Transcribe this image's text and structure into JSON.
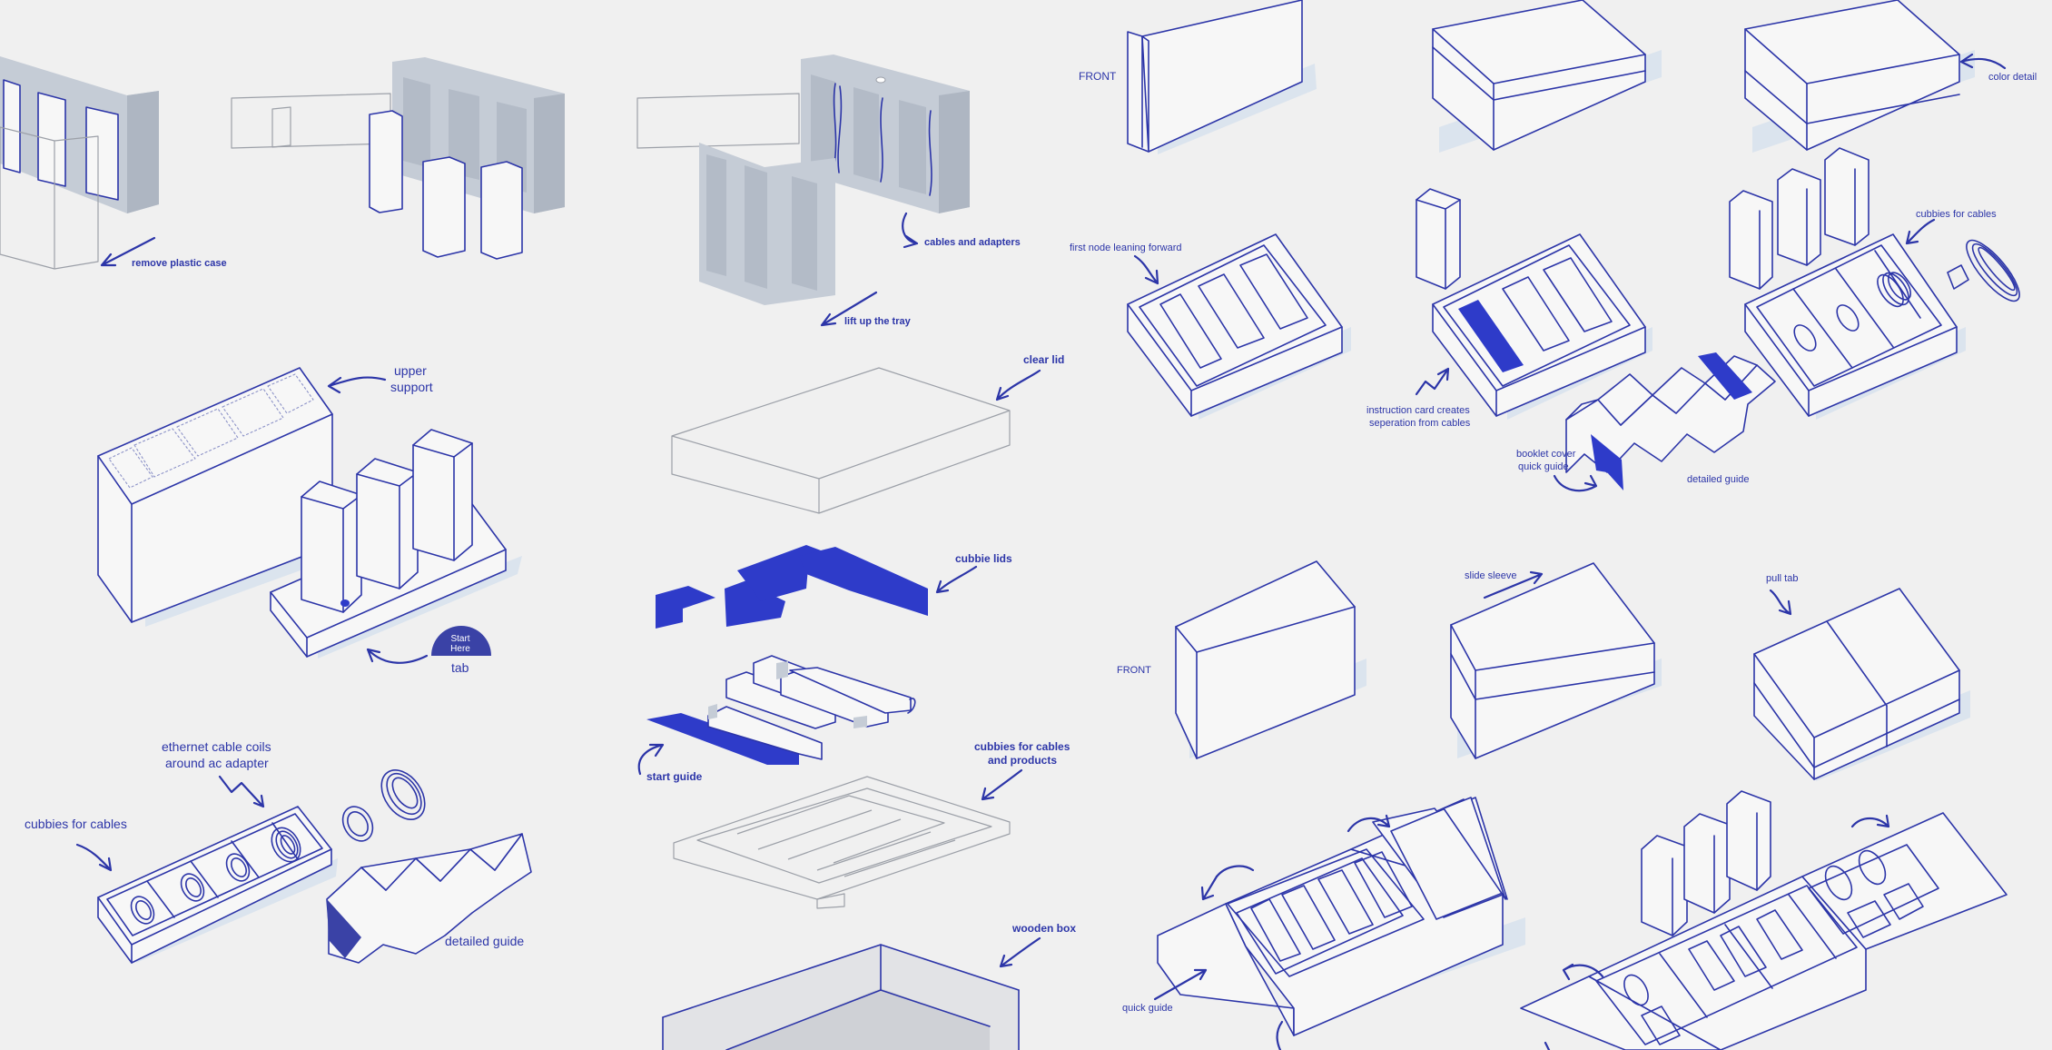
{
  "labels": {
    "remove_plastic_case": "remove plastic case",
    "cables_and_adapters": "cables and adapters",
    "lift_up_the_tray": "lift up the tray",
    "front_1": "FRONT",
    "color_detail": "color detail",
    "first_node_leaning_forward": "first node leaning forward",
    "cubbies_for_cables_top": "cubbies for cables",
    "instruction_card_line1": "instruction card creates",
    "instruction_card_line2": "seperation from cables",
    "booklet_cover_line1": "booklet cover",
    "booklet_cover_line2": "quick guide",
    "detailed_guide_top": "detailed guide",
    "upper_support_line1": "upper",
    "upper_support_line2": "support",
    "start_here_line1": "Start",
    "start_here_line2": "Here",
    "tab": "tab",
    "clear_lid": "clear lid",
    "cubbie_lids": "cubbie lids",
    "start_guide": "start guide",
    "cubbies_cables_products_line1": "cubbies for cables",
    "cubbies_cables_products_line2": "and products",
    "wooden_box": "wooden box",
    "ethernet_line1": "ethernet cable coils",
    "ethernet_line2": "around ac adapter",
    "cubbies_for_cables_left": "cubbies for cables",
    "detailed_guide_left": "detailed guide",
    "front_2": "FRONT",
    "slide_sleeve": "slide sleeve",
    "pull_tab": "pull tab",
    "quick_guide": "quick guide"
  },
  "colors": {
    "background": "#f0f0f0",
    "accent_blue": "#2e3bc9",
    "line_blue": "#2c35a8",
    "tray_gray": "#c5ccd6",
    "shadow": "#dbe4ee"
  }
}
